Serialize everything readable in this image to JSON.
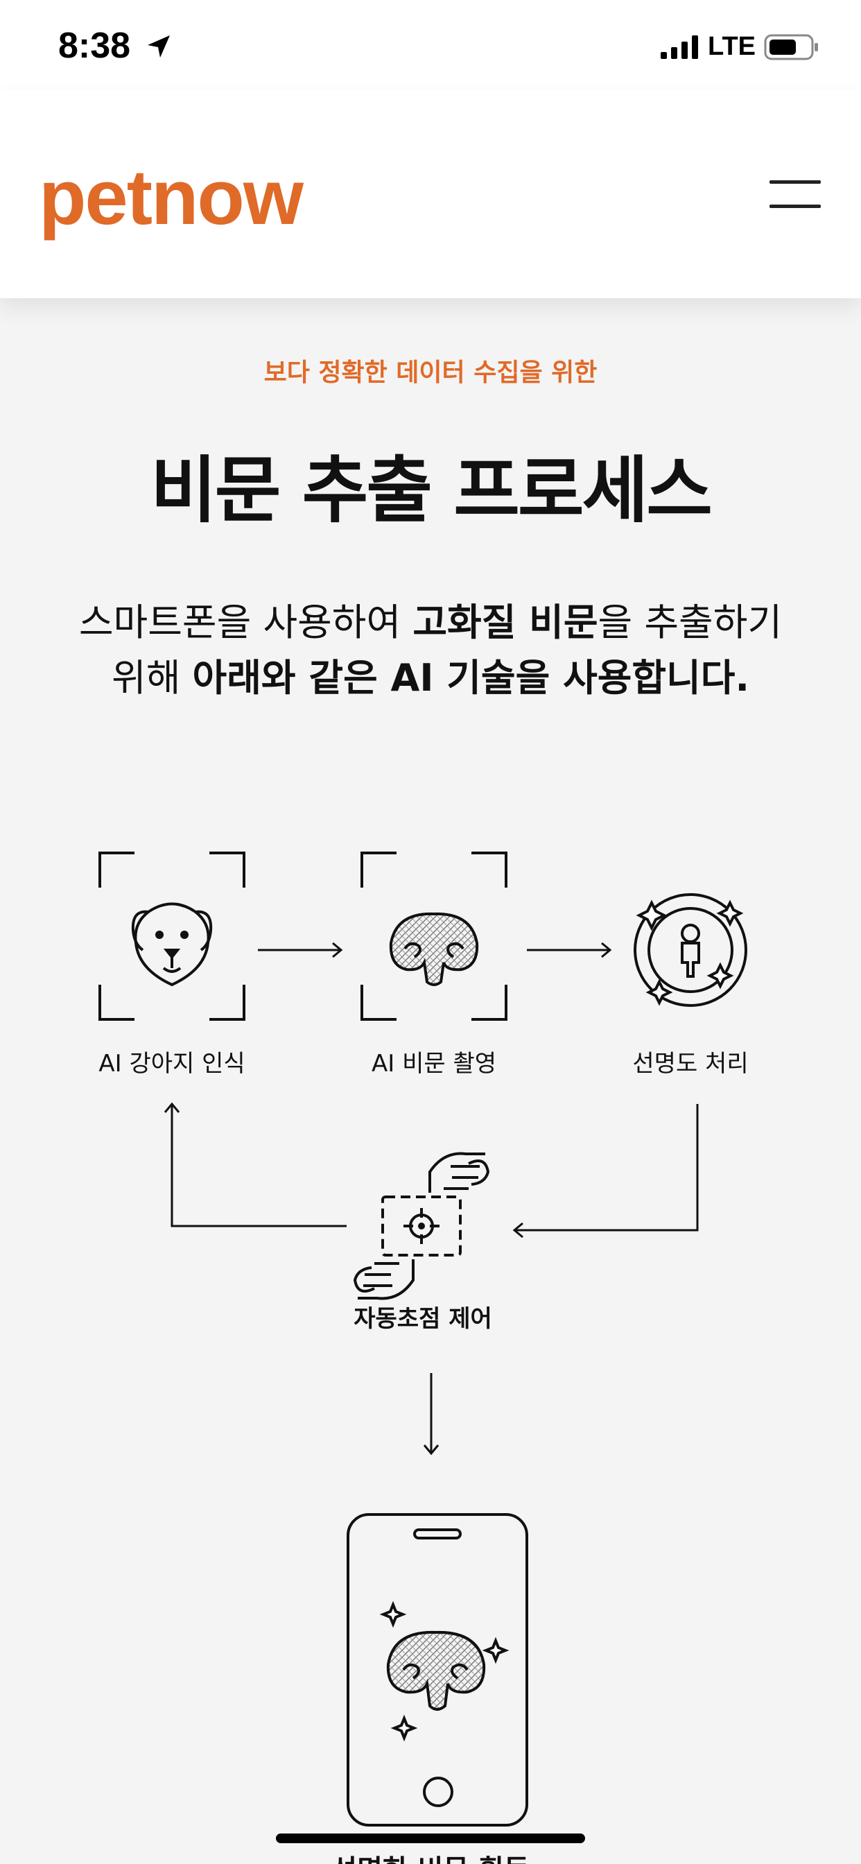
{
  "status_bar": {
    "time": "8:38",
    "network": "LTE"
  },
  "header": {
    "logo": "petnow",
    "menu_icon": "hamburger-menu-icon"
  },
  "section": {
    "eyebrow": "보다 정확한 데이터 수집을 위한",
    "title": "비문 추출 프로세스",
    "desc": {
      "p1": "스마트폰을 사용하여 ",
      "b1": "고화질 비문",
      "p2": "을 추출하기",
      "p3": "위해 ",
      "b2": "아래와 같은 AI 기술을 사용합니다."
    }
  },
  "process": {
    "step1": "AI 강아지 인식",
    "step2": "AI 비문 촬영",
    "step3": "선명도 처리",
    "step4": "자동초점 제어",
    "step5": "선명한 비문 획득"
  },
  "colors": {
    "accent": "#e06a28",
    "text": "#111111",
    "background": "#f4f4f4"
  }
}
